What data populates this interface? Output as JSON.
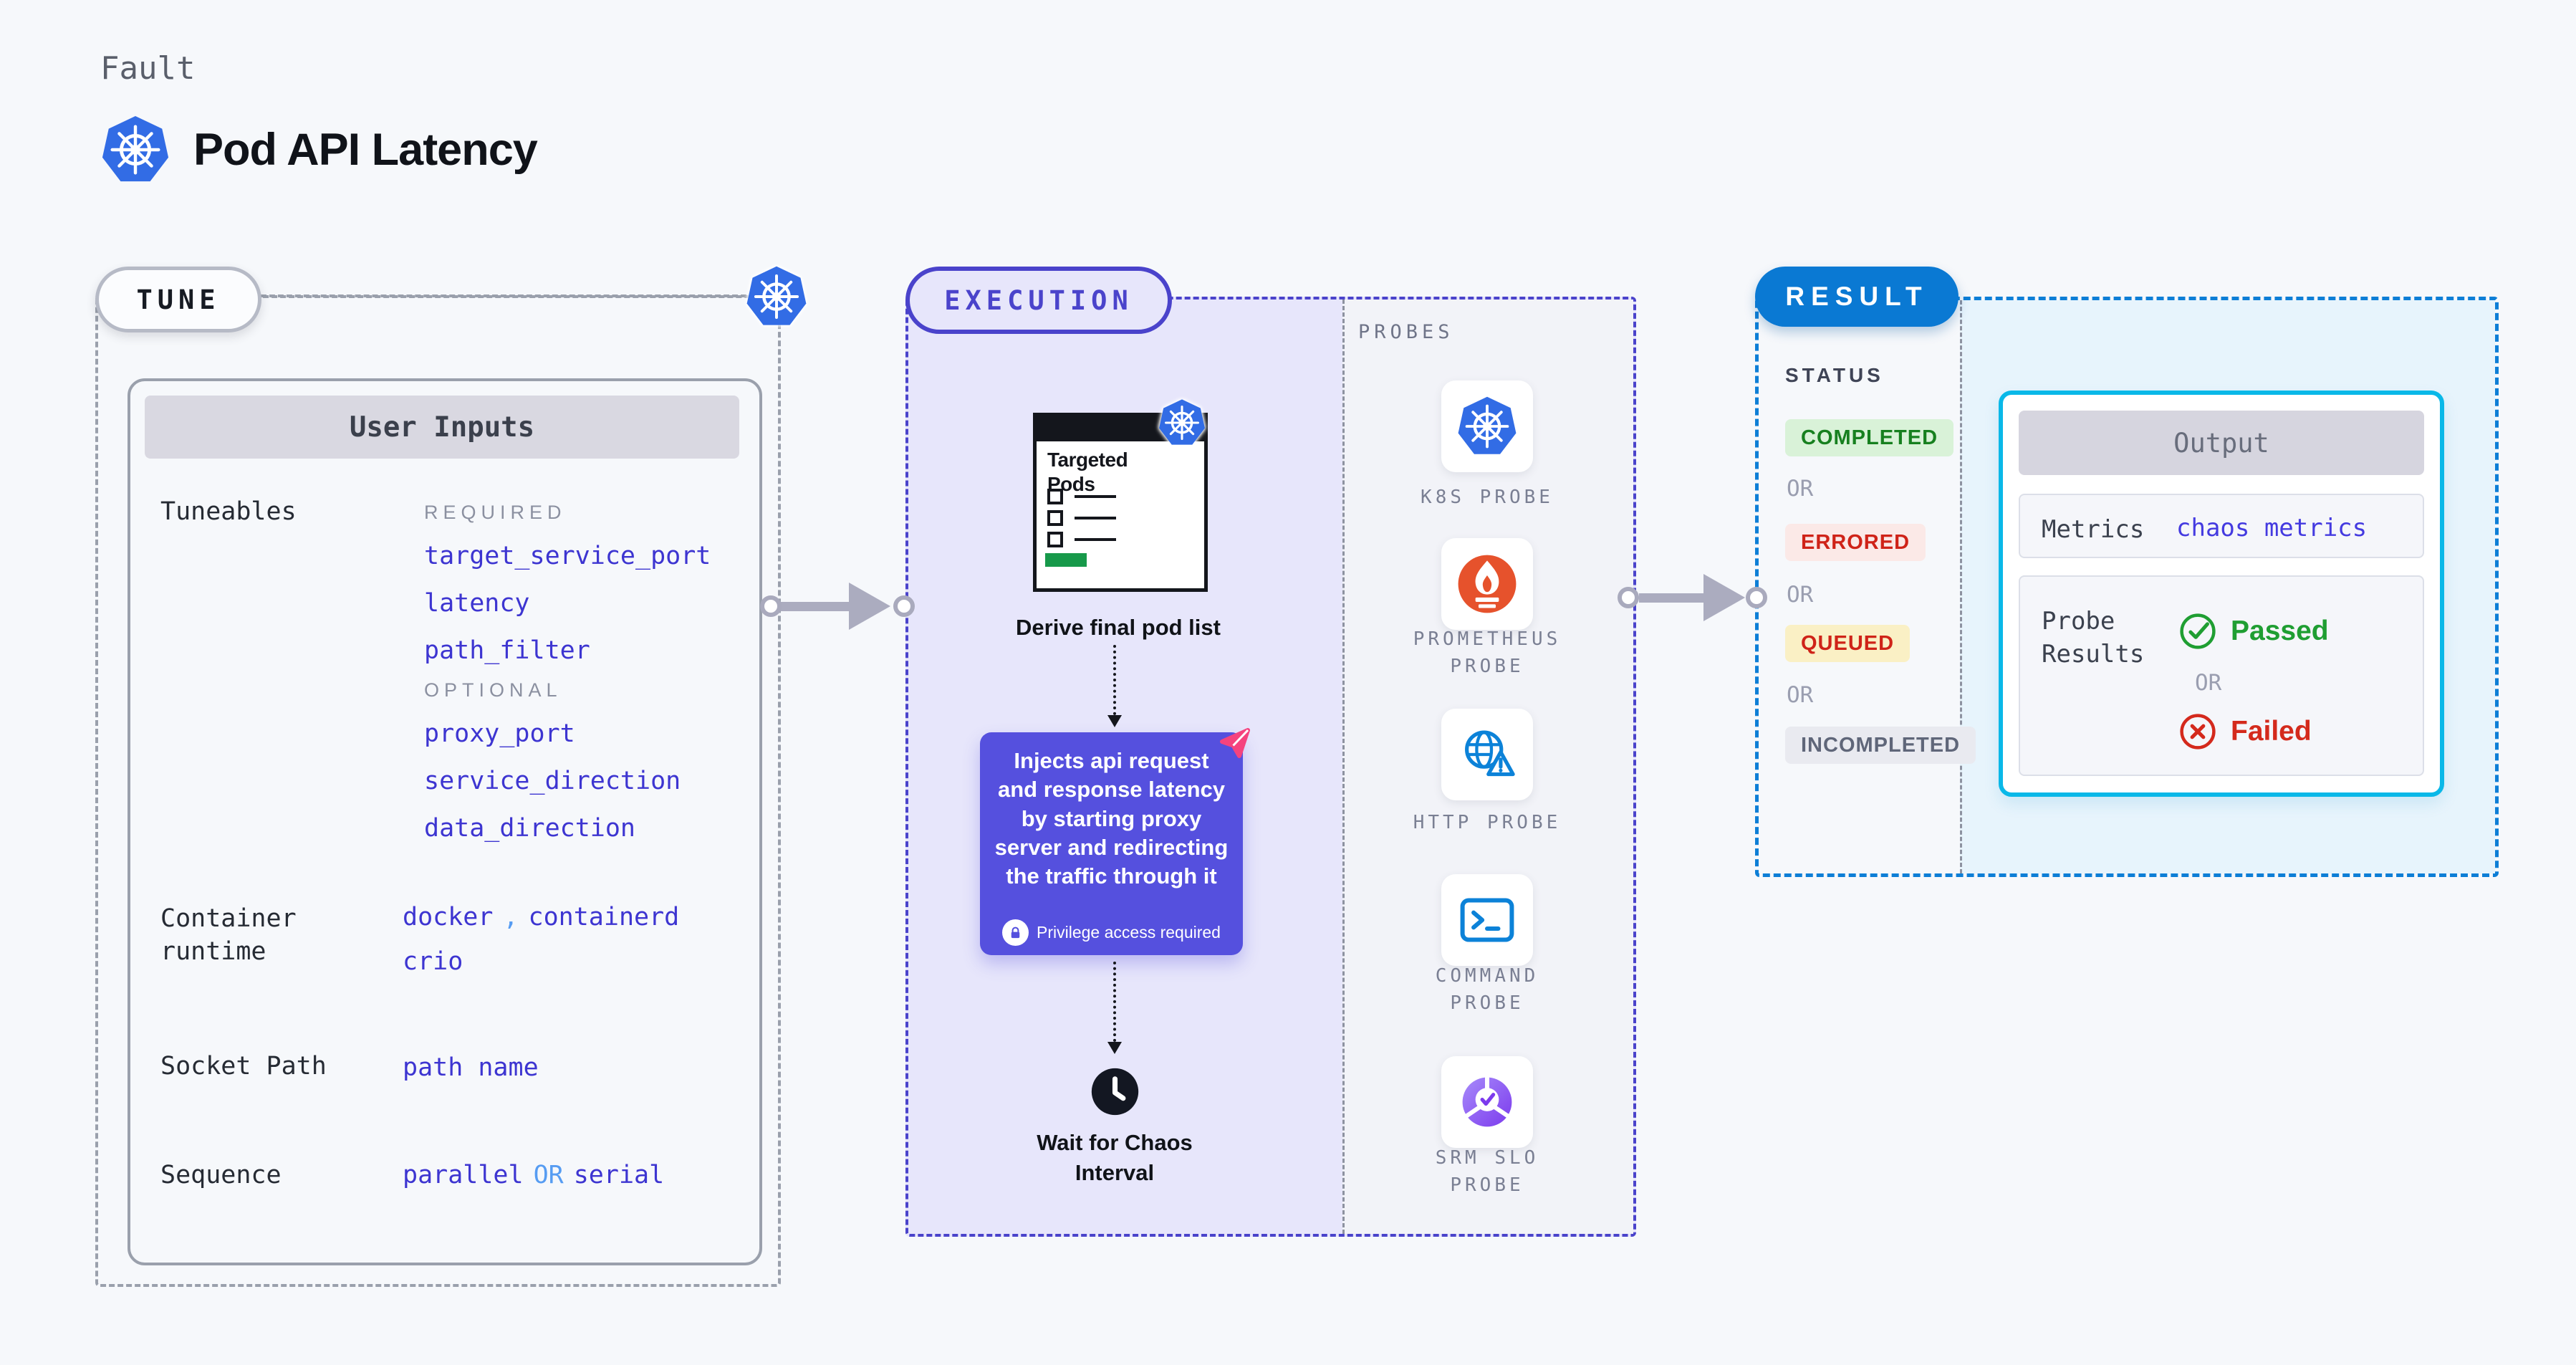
{
  "header": {
    "kicker": "Fault",
    "title": "Pod API Latency"
  },
  "tune": {
    "tab": "TUNE",
    "user_inputs_header": "User Inputs",
    "tuneables_label": "Tuneables",
    "required_label": "REQUIRED",
    "required": [
      "target_service_port",
      "latency",
      "path_filter"
    ],
    "optional_label": "OPTIONAL",
    "optional": [
      "proxy_port",
      "service_direction",
      "data_direction"
    ],
    "container_runtime": {
      "label": "Container runtime",
      "value_1": "docker",
      "separator": ",",
      "value_2": "containerd",
      "value_3": "crio"
    },
    "socket_path": {
      "label": "Socket Path",
      "value": "path name"
    },
    "sequence": {
      "label": "Sequence",
      "value_1": "parallel",
      "conjunction": "OR",
      "value_2": "serial"
    }
  },
  "execution": {
    "tab": "EXECUTION",
    "targeted_pods_title": "Targeted Pods",
    "derive_label": "Derive final pod list",
    "inject_description": "Injects api request and response latency by starting proxy server and redirecting the traffic through it",
    "privilege_note": "Privilege access required",
    "wait_label": "Wait for Chaos Interval",
    "probes_label": "PROBES",
    "probes": [
      {
        "label": "K8S PROBE",
        "icon": "kubernetes-icon"
      },
      {
        "label": "PROMETHEUS PROBE",
        "icon": "prometheus-icon"
      },
      {
        "label": "HTTP PROBE",
        "icon": "globe-warning-icon"
      },
      {
        "label": "COMMAND PROBE",
        "icon": "terminal-icon"
      },
      {
        "label": "SRM SLO PROBE",
        "icon": "slo-chart-icon"
      }
    ]
  },
  "result": {
    "tab": "RESULT",
    "status_label": "STATUS",
    "status_completed": "COMPLETED",
    "status_errored": "ERRORED",
    "status_queued": "QUEUED",
    "status_incompleted": "INCOMPLETED",
    "or": "OR",
    "output": {
      "header": "Output",
      "metrics_label": "Metrics",
      "metrics_value": "chaos metrics",
      "probe_results_label": "Probe Results",
      "passed": "Passed",
      "or": "OR",
      "failed": "Failed"
    }
  },
  "colors": {
    "kubernetes_blue": "#326CE5",
    "execution_indigo": "#4A43CB",
    "code_indigo": "#3D35D1",
    "light_blue": "#569CF2",
    "result_blue": "#0A79D3",
    "output_cyan": "#09B8E8",
    "inject_purple": "#5550DE",
    "pink_accent": "#F5437E",
    "completed_green": "#17801F",
    "errored_red": "#CF2318",
    "queued_bg": "#FAF0C5",
    "incompleted_gray": "#5F6679",
    "passed_green": "#1F9E32",
    "failed_red": "#D42A1C",
    "prometheus_orange": "#E6522C",
    "success_bar_green": "#17994A"
  }
}
